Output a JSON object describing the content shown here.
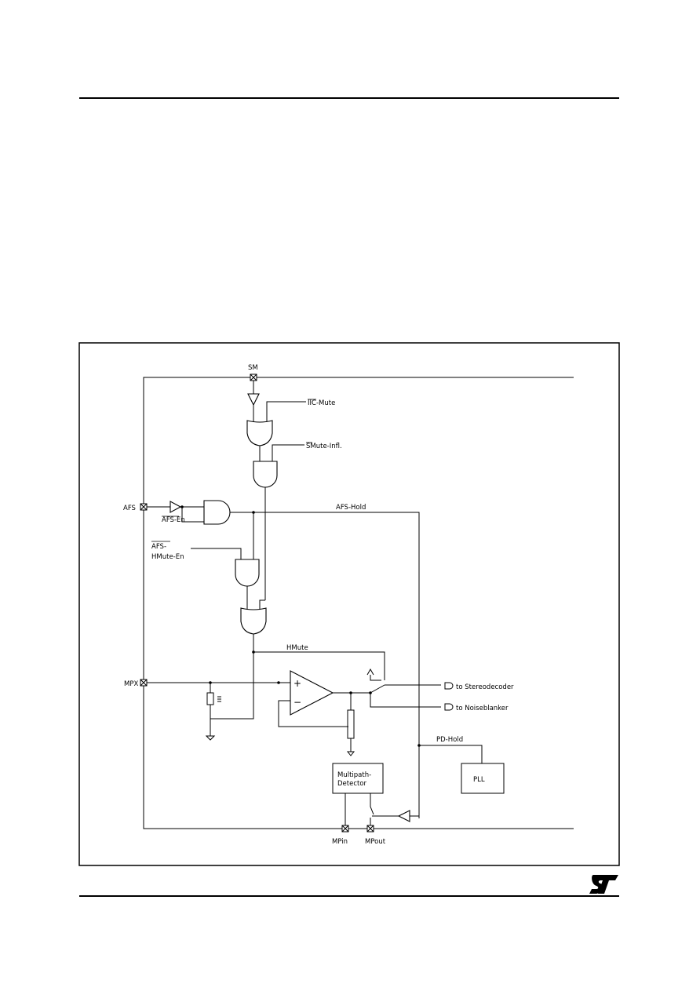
{
  "logo": {
    "text": "ST",
    "icon": "st-logo-icon"
  },
  "diagram": {
    "pins": {
      "sm": "SM",
      "afs": "AFS",
      "mpx": "MPX",
      "mpin": "MPin",
      "mpout": "MPout"
    },
    "signals": {
      "ic_mute": "IIC-Mute",
      "smute_infl": "SMute-Infl.",
      "afs_en": "AFS-En",
      "afs_hmute_en_1": "AFS-",
      "afs_hmute_en_2": "HMute-En",
      "afs_hold": "AFS-Hold",
      "hmute": "HMute",
      "pd_hold": "PD-Hold"
    },
    "outputs": {
      "stereo": "to Stereodecoder",
      "noise": "to Noiseblanker"
    },
    "blocks": {
      "multipath_1": "Multipath-",
      "multipath_2": "Detector",
      "pll": "PLL"
    },
    "opamp": {
      "plus": "+",
      "minus": "−"
    }
  }
}
